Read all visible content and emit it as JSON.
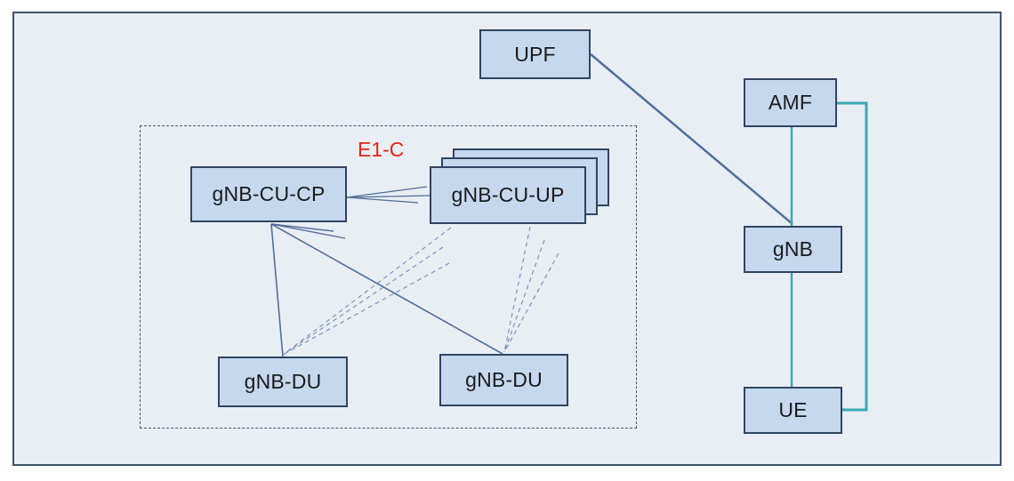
{
  "diagram": {
    "annotation": "E1-C",
    "nodes": {
      "upf": "UPF",
      "amf": "AMF",
      "gnb": "gNB",
      "ue": "UE",
      "cu_cp": "gNB-CU-CP",
      "cu_up": "gNB-CU-UP",
      "du_left": "gNB-DU",
      "du_right": "gNB-DU"
    },
    "colors": {
      "frame_bg": "#e9eef5",
      "frame_border": "#3e526d",
      "node_fill": "#c5d8ee",
      "node_border": "#2f4460",
      "link_blue": "#4f6f9a",
      "link_teal": "#3aa9b3",
      "annotation_red": "#e0241b"
    }
  }
}
